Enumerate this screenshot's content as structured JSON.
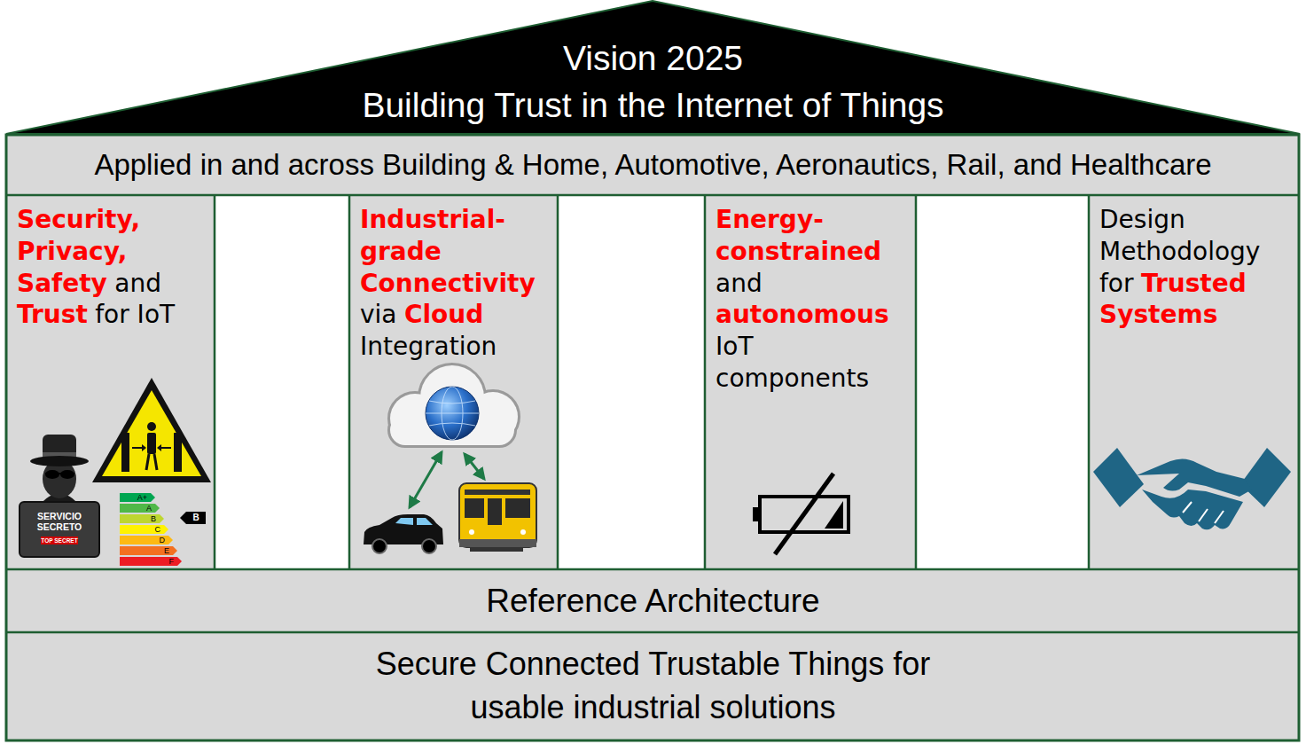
{
  "diagram": {
    "nodes": [
      {
        "text": [
          "Vision 2025",
          "Building Trust in the Internet of Things"
        ]
      },
      {
        "text": [
          "Applied in and across Building & Home, Automotive, Aeronautics, Rail, and Healthcare"
        ]
      },
      {
        "text": [
          "Security, Privacy, Safety",
          "and",
          "Trust",
          "for IoT"
        ]
      },
      {
        "text": [
          "Industrial-grade Connectivity",
          "via",
          "Cloud",
          "Integration"
        ]
      },
      {
        "text": [
          "Energy-constrained",
          "and",
          "autonomous",
          "IoT components"
        ]
      },
      {
        "text": [
          "Design Methodology for",
          "Trusted Systems"
        ]
      },
      {
        "text": [
          "Reference Architecture"
        ]
      },
      {
        "text": [
          "Secure Connected Trustable Things for usable industrial solutions"
        ]
      }
    ],
    "labels": [
      "SERVICIO SECRETO",
      "TOP SECRET",
      "A+",
      "A",
      "B",
      "C",
      "D",
      "E",
      "F",
      "B"
    ]
  }
}
